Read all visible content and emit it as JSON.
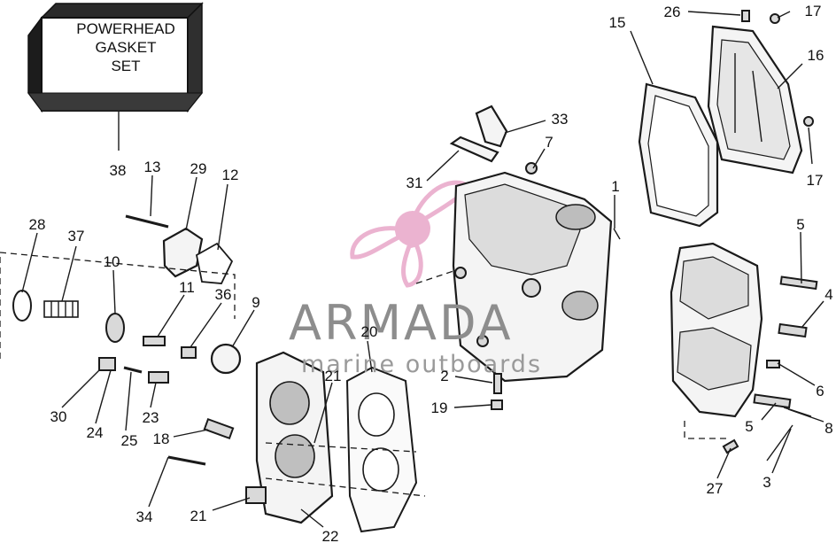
{
  "kit_box": {
    "lines": [
      "POWERHEAD",
      "GASKET",
      "SET"
    ]
  },
  "watermark": {
    "brand": "ARMADA",
    "tagline": "marine outboards",
    "accent_color": "#e8a6c8"
  },
  "callouts": [
    "1",
    "2",
    "3",
    "4",
    "5",
    "5",
    "6",
    "7",
    "8",
    "9",
    "10",
    "11",
    "12",
    "13",
    "15",
    "16",
    "17",
    "17",
    "18",
    "19",
    "20",
    "21",
    "21",
    "22",
    "23",
    "24",
    "25",
    "26",
    "27",
    "28",
    "29",
    "30",
    "31",
    "33",
    "34",
    "36",
    "37",
    "38"
  ],
  "colors": {
    "ink": "#1a1a1a",
    "background": "#ffffff"
  }
}
